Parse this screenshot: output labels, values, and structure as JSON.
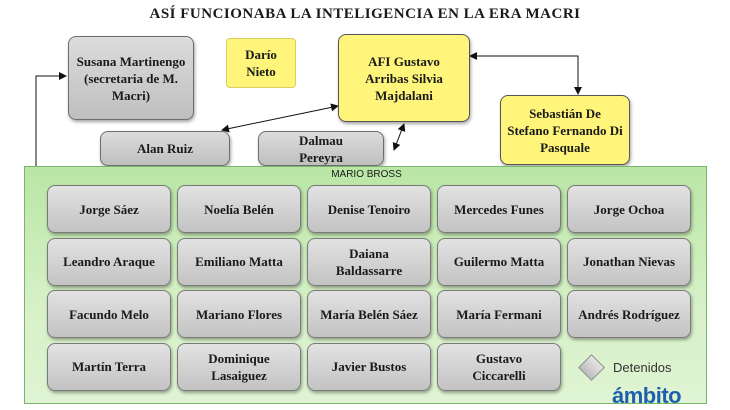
{
  "title": "ASÍ FUNCIONABA LA INTELIGENCIA EN LA ERA MACRI",
  "nodes": {
    "susana": "Susana Martinengo (secretaria de M. Macri)",
    "dario": "Darío Nieto",
    "afi": "AFI Gustavo Arribas Silvia Majdalani",
    "sebastian": "Sebastián De Stefano Fernando Di Pasquale",
    "alan": "Alan Ruiz",
    "dalmau": "Dalmau Pereyra"
  },
  "group": {
    "label": "MARIO BROSS",
    "members": [
      [
        "Jorge Sáez",
        "Noelía Belén",
        "Denise Tenoiro",
        "Mercedes Funes",
        "Jorge Ochoa"
      ],
      [
        "Leandro Araque",
        "Emiliano Matta",
        "Daiana Baldassarre",
        "Guilermo Matta",
        "Jonathan Nievas"
      ],
      [
        "Facundo Melo",
        "Mariano Flores",
        "María Belén Sáez",
        "María Fermani",
        "Andrés Rodríguez"
      ],
      [
        "Martín Terra",
        "Dominique Lasaiguez",
        "Javier Bustos",
        "Gustavo Ciccarelli"
      ]
    ]
  },
  "legend": {
    "label": "Detenidos"
  },
  "logo": "ámbito",
  "colors": {
    "yellow": "#fff57a",
    "gray": "#c8c8c8",
    "green": "#c9ecb8",
    "logo": "#1f5fae"
  }
}
